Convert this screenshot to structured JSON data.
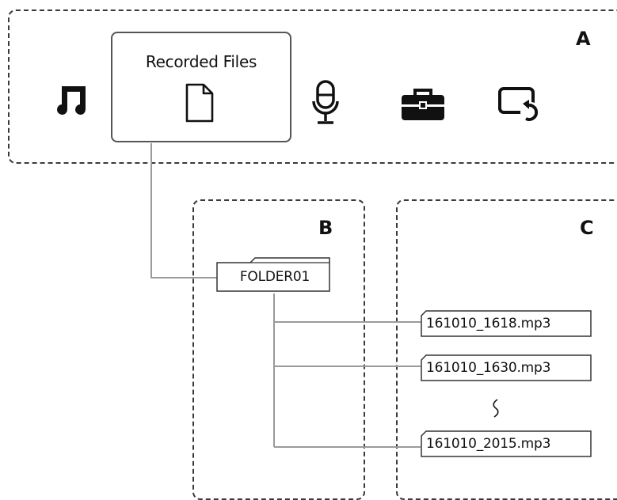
{
  "regions": {
    "a_label": "A",
    "b_label": "B",
    "c_label": "C"
  },
  "menu": {
    "items": [
      {
        "icon": "music-note-icon"
      },
      {
        "icon": "document-icon",
        "label": "Recorded Files",
        "selected": true
      },
      {
        "icon": "microphone-icon"
      },
      {
        "icon": "toolbox-icon"
      },
      {
        "icon": "screen-return-icon"
      }
    ]
  },
  "folder": {
    "name": "FOLDER01"
  },
  "files": [
    "161010_1618.mp3",
    "161010_1630.mp3",
    "161010_2015.mp3"
  ],
  "colors": {
    "border": "#3a3a3a",
    "connector": "#9a9a9a",
    "icon": "#111111"
  }
}
